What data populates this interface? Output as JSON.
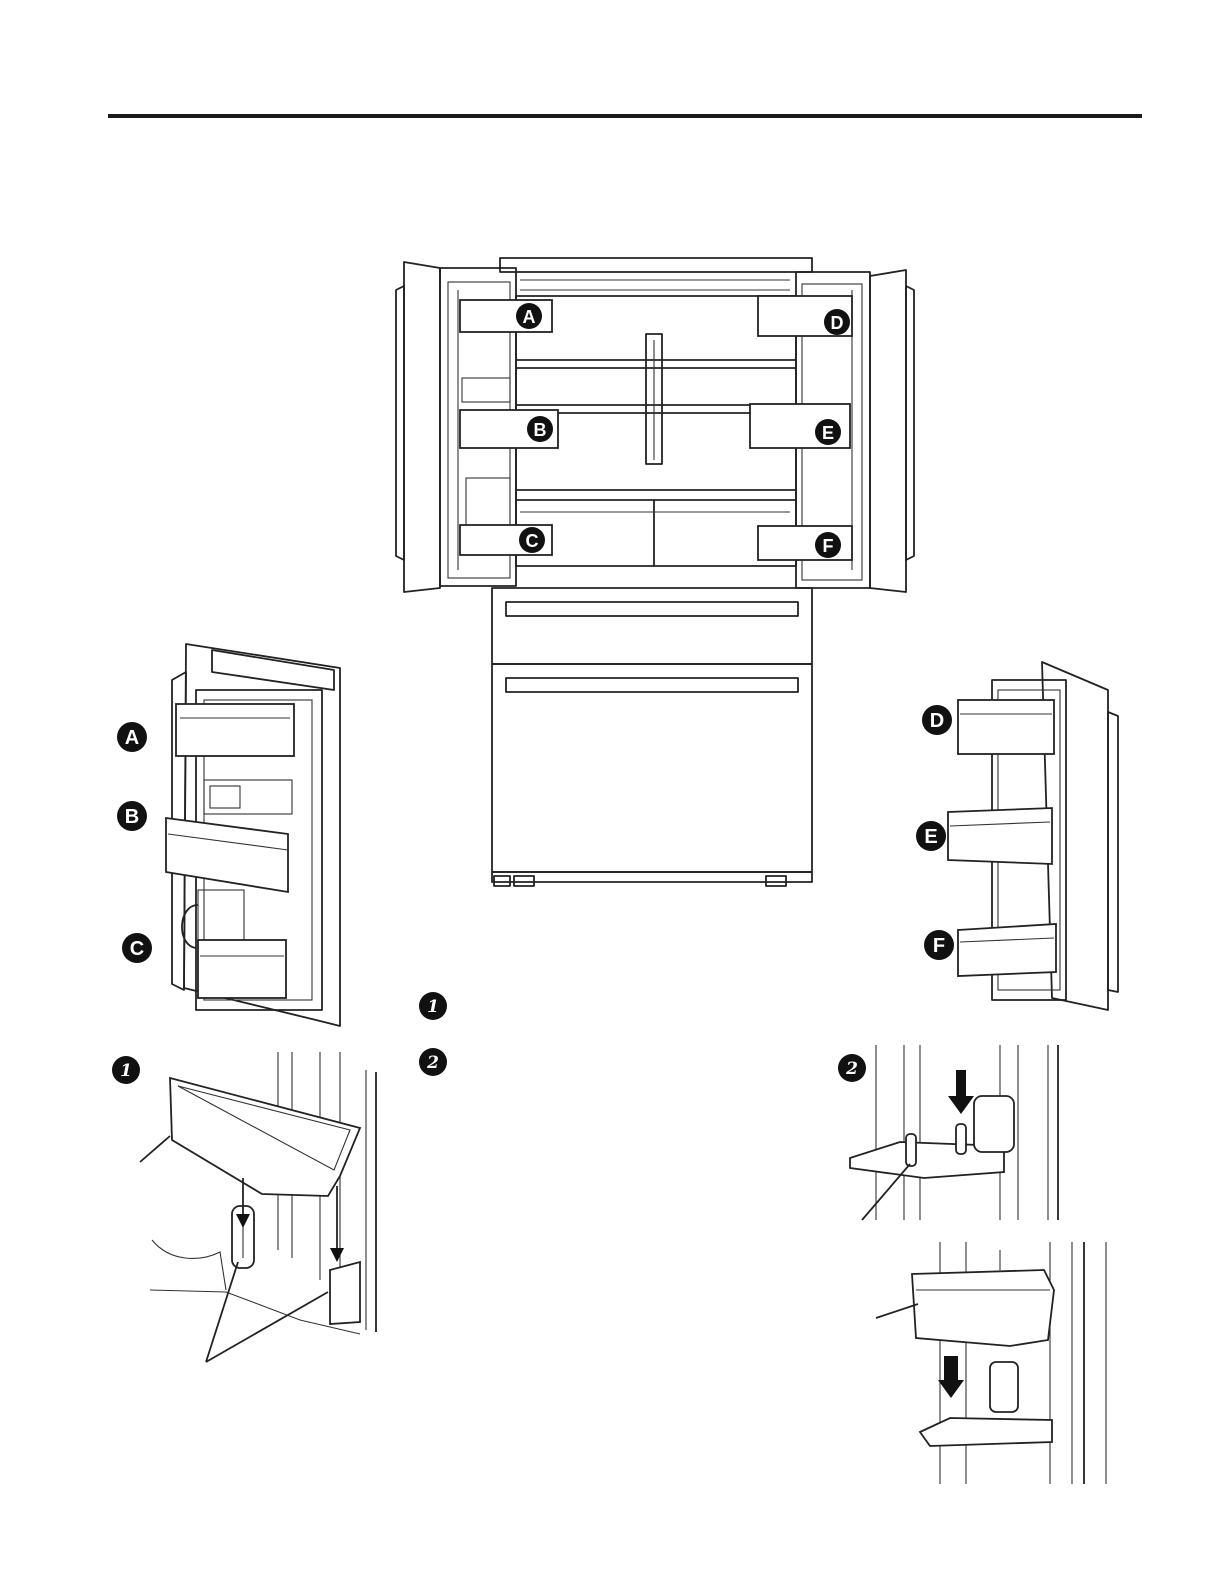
{
  "bin_labels": {
    "overview": {
      "a": "A",
      "b": "B",
      "c": "C",
      "d": "D",
      "e": "E",
      "f": "F"
    },
    "left_door": {
      "a": "A",
      "b": "B",
      "c": "C"
    },
    "right_door": {
      "d": "D",
      "e": "E",
      "f": "F"
    }
  },
  "step_markers": {
    "step1_text": "1",
    "step2_text": "2",
    "step1_figure": "1",
    "step2_figure": "2"
  }
}
